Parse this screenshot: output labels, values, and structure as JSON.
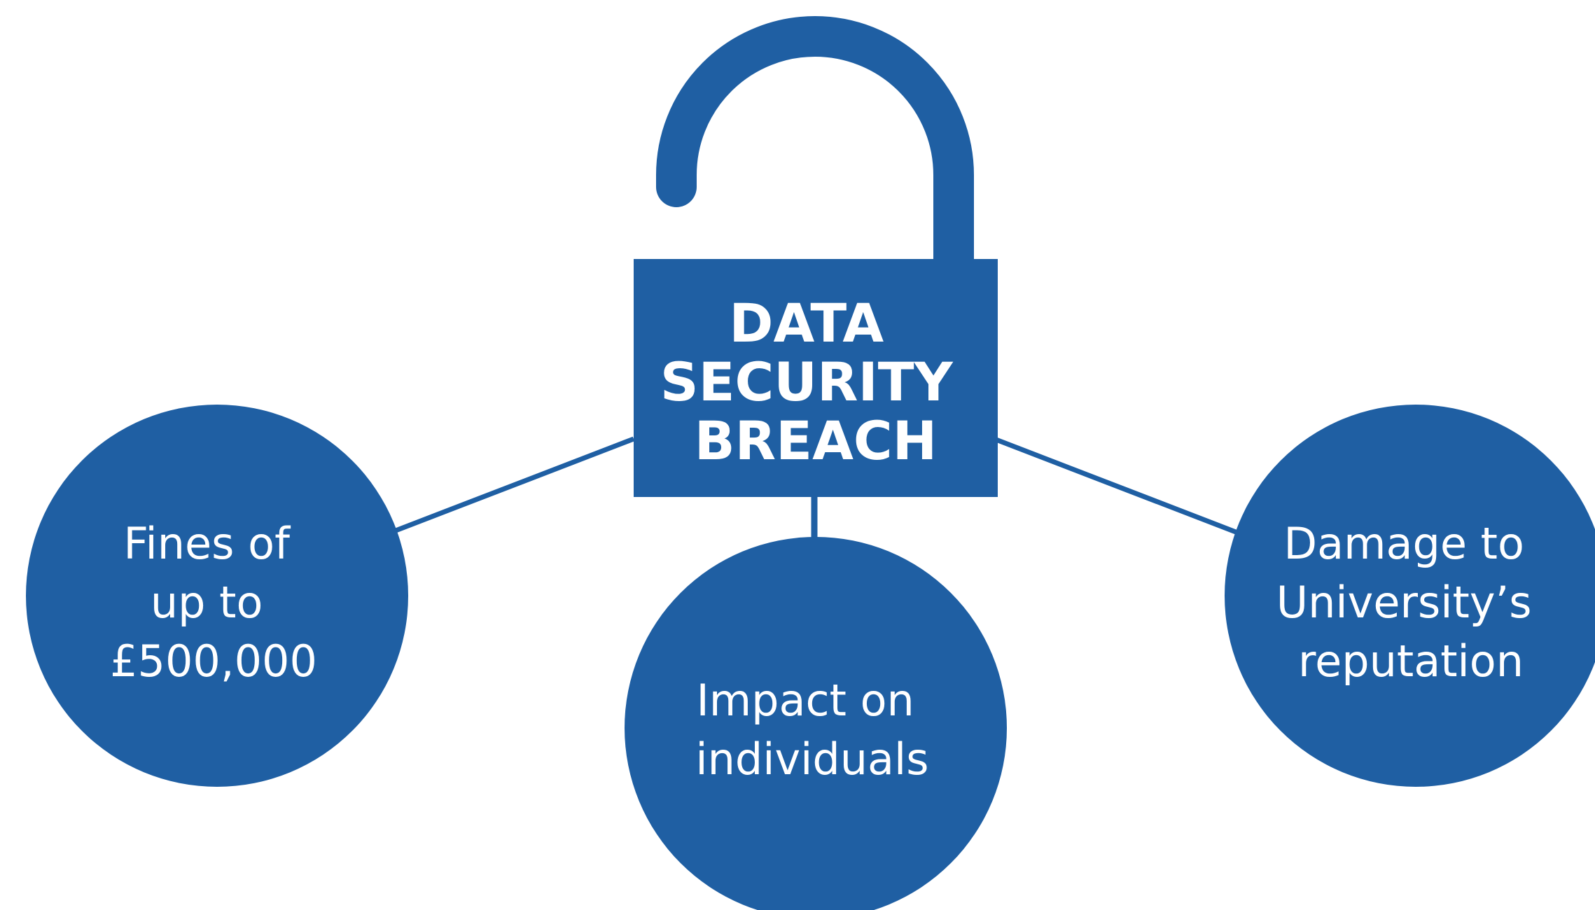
{
  "colors": {
    "primary_blue": "#1f5fa3",
    "background": "#ffffff",
    "text": "#ffffff"
  },
  "icon": "padlock-open-icon",
  "lock": {
    "title_lines": [
      "DATA",
      "SECURITY",
      "BREACH"
    ]
  },
  "circles": [
    {
      "id": "fines",
      "lines": [
        "Fines of",
        "up to",
        "£500,000"
      ]
    },
    {
      "id": "impact",
      "lines": [
        "Impact on",
        "individuals"
      ]
    },
    {
      "id": "damage",
      "lines": [
        "Damage to",
        "University’s",
        "reputation"
      ]
    }
  ]
}
